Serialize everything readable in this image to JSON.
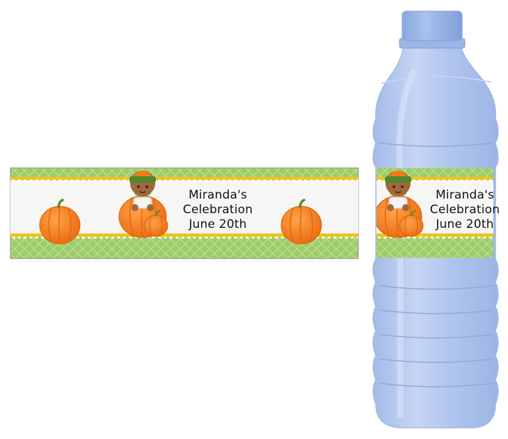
{
  "label": {
    "name": "Miranda's",
    "event": "Celebration",
    "date": "June 20th"
  },
  "colors": {
    "label_green": "#9dcc6a",
    "stripe_yellow": "#f2c21c",
    "pumpkin_orange": "#f47a1a",
    "bottle_blue": "#a9c0ea",
    "cap_blue": "#8eaee0"
  }
}
